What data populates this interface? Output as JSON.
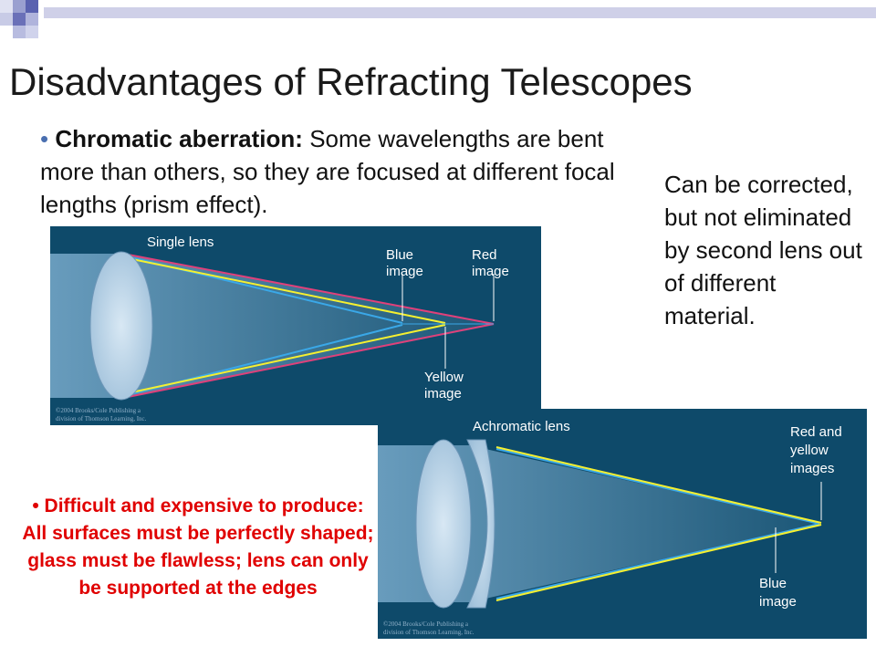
{
  "slide": {
    "title": "Disadvantages of Refracting Telescopes",
    "chromatic": {
      "bullet": "•",
      "heading": "Chromatic aberration:",
      "body": "Some wavelengths are bent more than others, so they are focused at different focal lengths (prism effect)."
    },
    "correction_note": "Can be corrected, but not eliminated by second lens out of different material.",
    "difficulty_note": "• Difficult and expensive to produce: All surfaces must be perfectly shaped; glass must be flawless; lens can only be supported at the edges"
  },
  "figure_single": {
    "lens_label": "Single lens",
    "blue_label": [
      "Blue",
      "image"
    ],
    "red_label": [
      "Red",
      "image"
    ],
    "yellow_label": [
      "Yellow",
      "image"
    ],
    "credit": [
      "©2004 Brooks/Cole Publishing a",
      "division of Thomson Learning, Inc."
    ]
  },
  "figure_achromatic": {
    "lens_label": "Achromatic lens",
    "red_yellow_label": [
      "Red and",
      "yellow",
      "images"
    ],
    "blue_label": [
      "Blue",
      "image"
    ],
    "credit": [
      "©2004 Brooks/Cole Publishing a",
      "division of Thomson Learning, Inc."
    ]
  },
  "colors": {
    "background_figure": "#0e4a6a",
    "blue_ray": "#3aa8e8",
    "yellow_ray": "#f5f030",
    "red_ray": "#e0407a",
    "difficulty_text": "#e00000"
  }
}
